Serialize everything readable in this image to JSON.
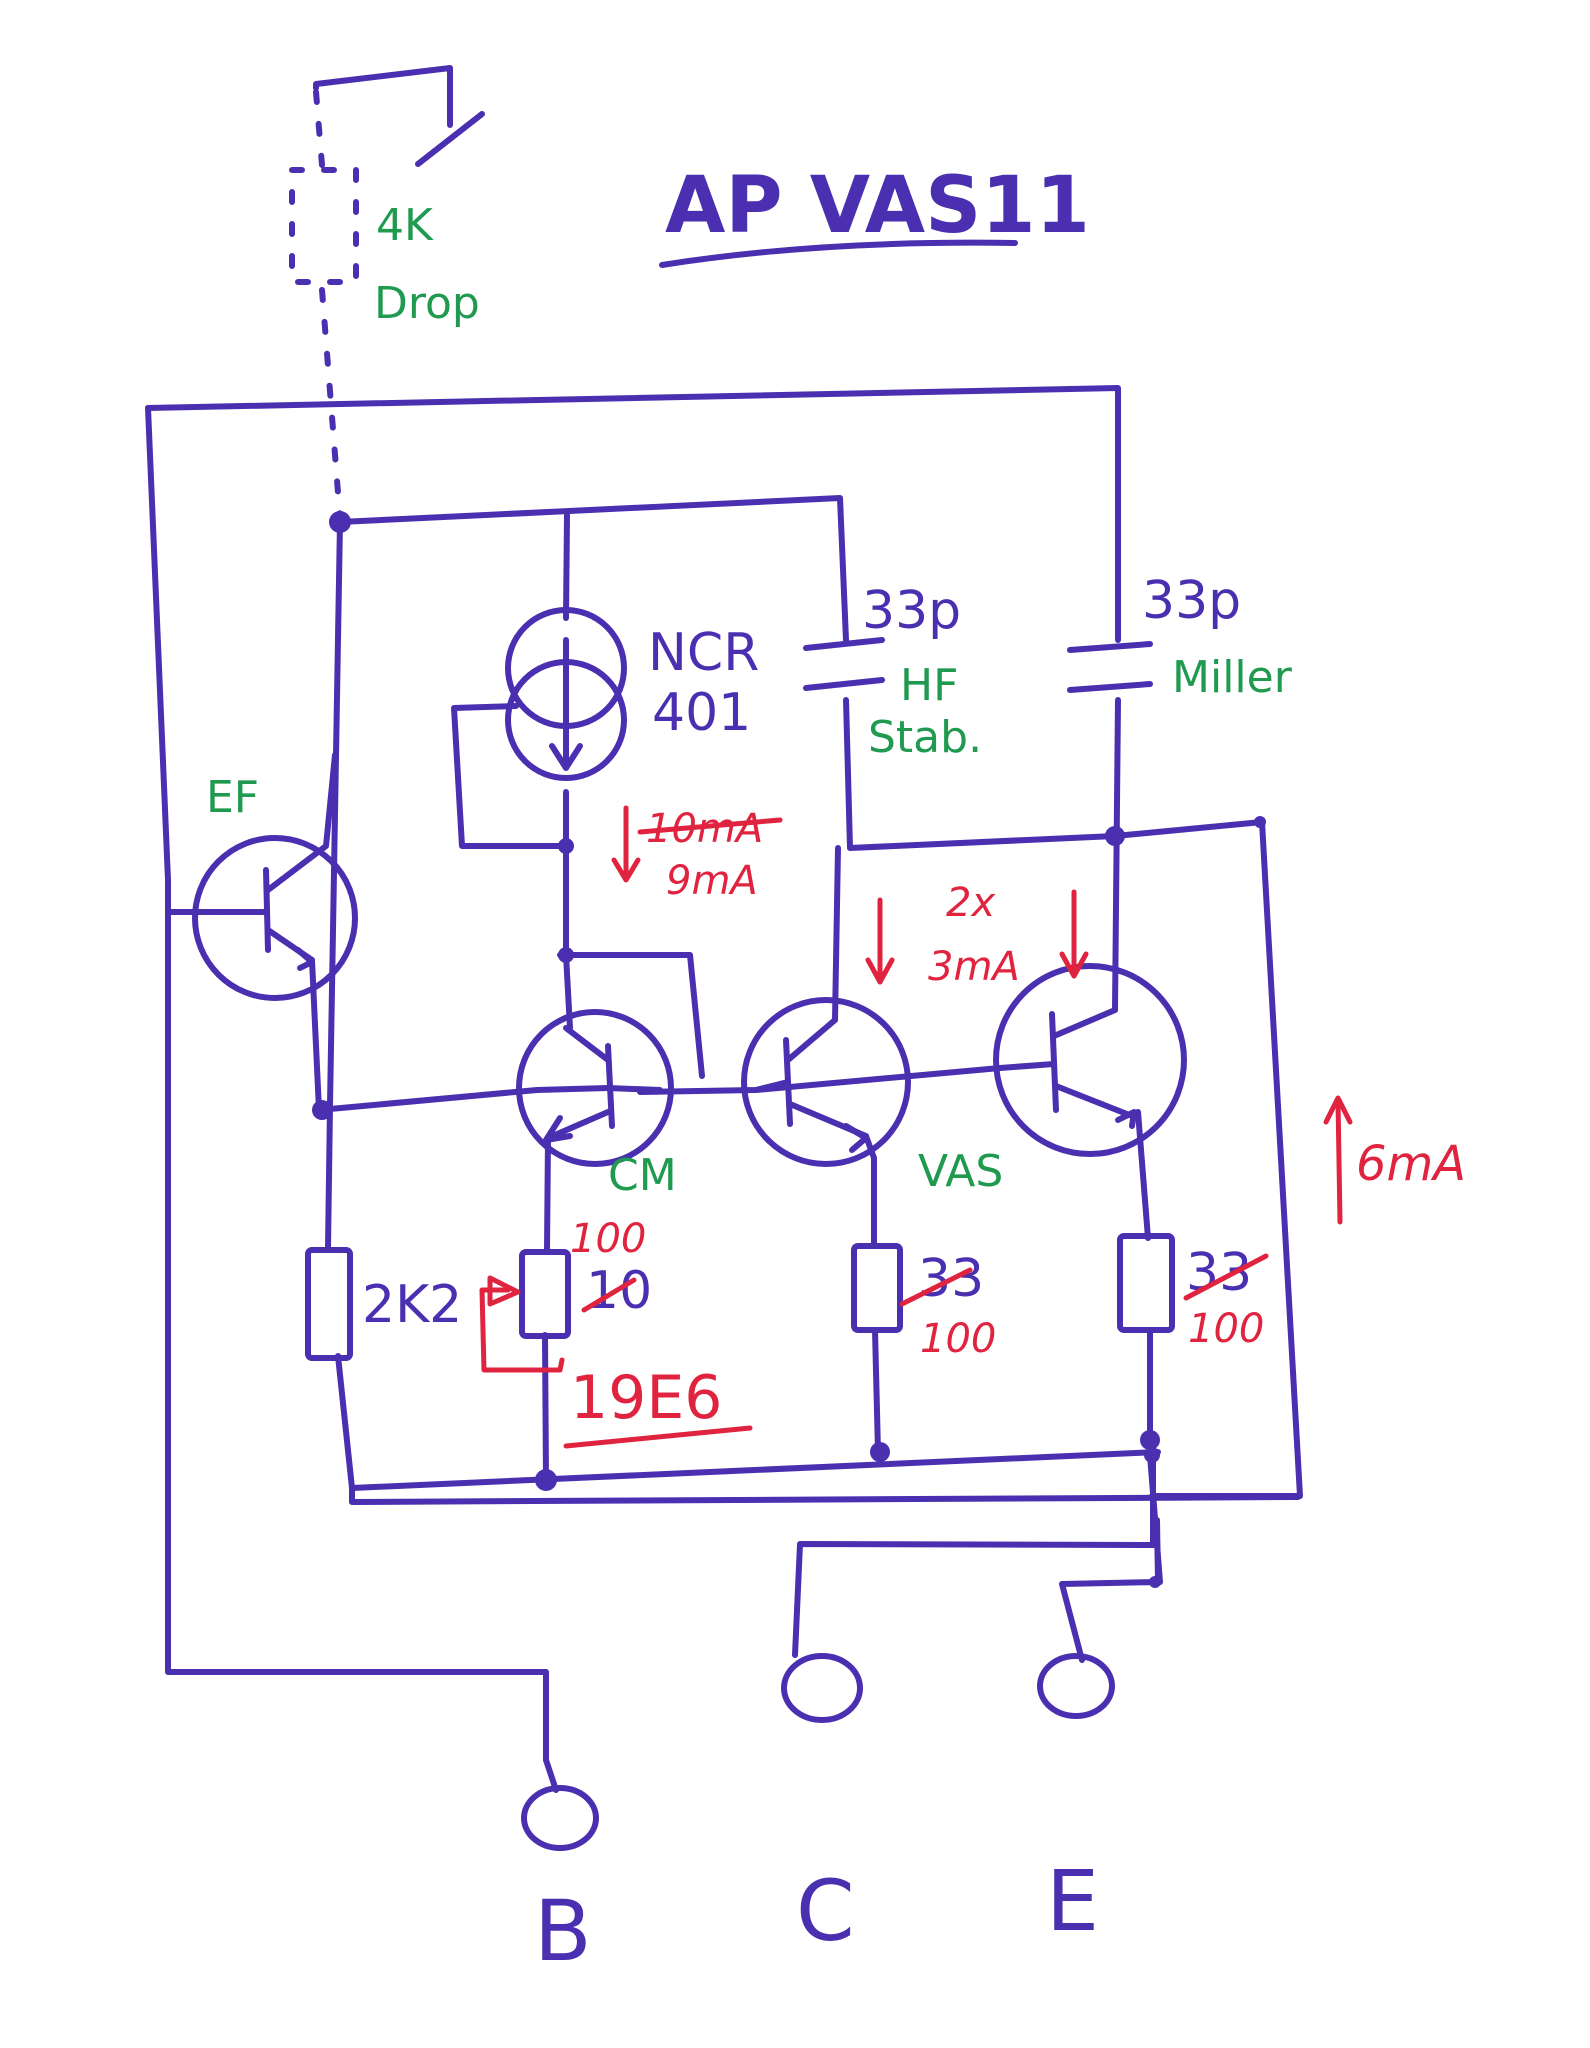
{
  "title": "AP VAS11",
  "components": {
    "drop_resistor": "4K",
    "drop_label": "Drop",
    "ncr_part": "NCR",
    "ncr_number": "401",
    "cap_hf_value": "33p",
    "cap_hf_label1": "HF",
    "cap_hf_label2": "Stab.",
    "cap_miller_value": "33p",
    "cap_miller_label": "Miller",
    "ef_label": "EF",
    "cm_label": "CM",
    "vas_label": "VAS",
    "r_ef": "2K2",
    "r_cm_old": "10",
    "r_cm_new": "100",
    "r_cm_part": "19E6",
    "r_vas1_old": "33",
    "r_vas1_new": "100",
    "r_vas2_old": "33",
    "r_vas2_new": "100"
  },
  "currents": {
    "ncr_old": "10mA",
    "ncr_new": "9mA",
    "vas_mult": "2x",
    "vas_each": "3mA",
    "total": "6mA"
  },
  "terminals": [
    "B",
    "C",
    "E"
  ],
  "colors": {
    "ink_blue": "#4a2fb0",
    "ink_green": "#1f9a4f",
    "ink_red": "#e0233f"
  }
}
